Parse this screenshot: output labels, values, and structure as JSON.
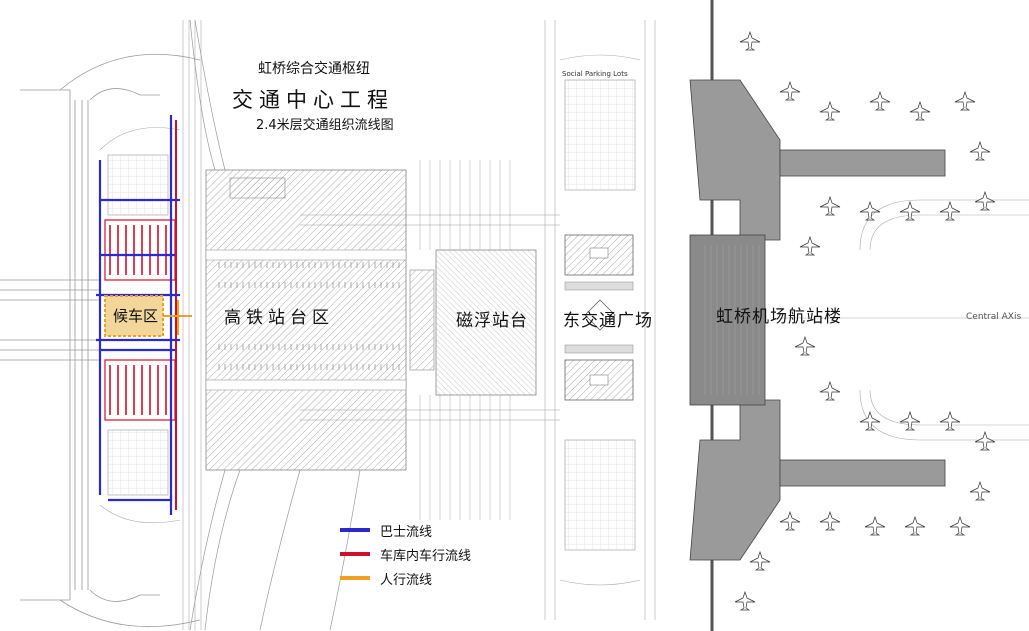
{
  "title": {
    "line1": "虹桥综合交通枢纽",
    "line2": "交通中心工程",
    "line3": "2.4米层交通组织流线图"
  },
  "zones": {
    "waiting": "候车区",
    "hsr": "高铁站台区",
    "maglev": "磁浮站台",
    "east_plaza": "东交通广场",
    "terminal": "虹桥机场航站楼"
  },
  "small_labels": {
    "parking": "Social Parking Lots",
    "axis": "Central AXis"
  },
  "legend": [
    {
      "label": "巴士流线",
      "color": "#2a2ad0"
    },
    {
      "label": "车库内车行流线",
      "color": "#d0102a"
    },
    {
      "label": "人行流线",
      "color": "#f0a020"
    }
  ],
  "colors": {
    "line_gray": "#9a9a9a",
    "hatch": "#b5b5b5",
    "dark": "#555555",
    "terminal_fill": "#8a8a8a",
    "bus": "#2a2ad0",
    "garage": "#d0102a",
    "pedestrian": "#f0a020"
  }
}
